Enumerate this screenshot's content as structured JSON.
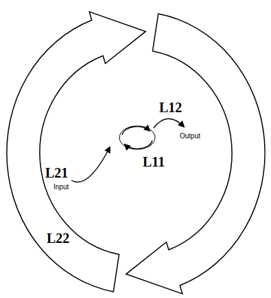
{
  "diagram": {
    "labels": [
      "L12",
      "Output",
      "L21",
      "Input",
      "L11",
      "L22"
    ]
  }
}
